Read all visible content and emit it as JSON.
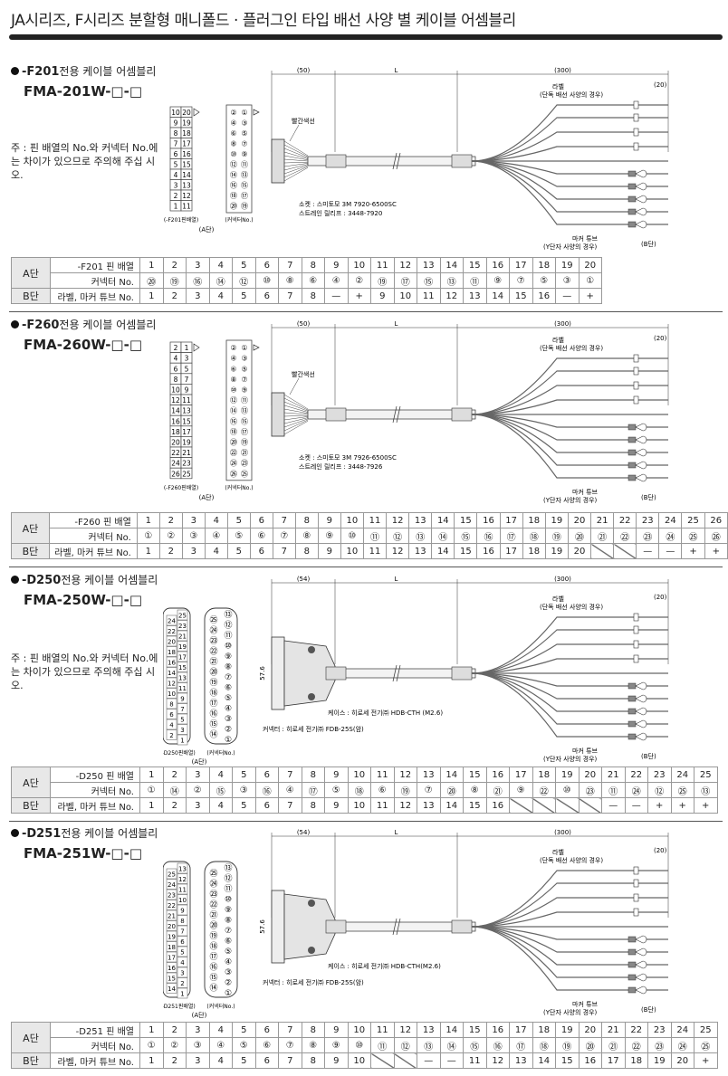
{
  "page": {
    "title": "JA시리즈, F시리즈 분할형 매니폴드 · 플러그인 타입 배선 사양 별 케이블 어셈블리"
  },
  "common": {
    "note": "주 : 핀 배열의 No.와 커넥터 No.에 는 차이가 있으므로 주의해 주십 시오.",
    "dim_label": "(50)",
    "dim_l": "L",
    "dim_300": "(300)",
    "dim_20": "(20)",
    "label_text": "라벨",
    "label_sub": "(단독 배선 사양의 경우)",
    "marker_text": "마커 튜브",
    "marker_sub": "(Y단자 사양의 경우)",
    "b_side": "(B단)",
    "a_side": "(A단)",
    "red_wire": "빨간색선",
    "connector_no": "(커넥터No.)",
    "dim_54": "(54)",
    "dim_576": "57.6",
    "row_b": "라벨, 마커 튜브 No.",
    "row_conn": "커넥터 No.",
    "grp_a": "A단",
    "grp_b": "B단"
  },
  "sections": [
    {
      "head_code": "-F201",
      "head_text": "전용 케이블 어셈블리",
      "model": "FMA-201W-□-□",
      "pin_caption": "(-F201핀배열)",
      "socket_line1": "소켓 : 스미토모 3M 7920-6500SC",
      "socket_line2": "스트레인 릴리프 : 3448-7920",
      "row_pin": "-F201 핀 배열",
      "pins": [
        "1",
        "2",
        "3",
        "4",
        "5",
        "6",
        "7",
        "8",
        "9",
        "10",
        "11",
        "12",
        "13",
        "14",
        "15",
        "16",
        "17",
        "18",
        "19",
        "20"
      ],
      "conn": [
        "⑳",
        "⑲",
        "⑯",
        "⑭",
        "⑫",
        "⑩",
        "⑧",
        "⑥",
        "④",
        "②",
        "⑲",
        "⑰",
        "⑮",
        "⑬",
        "⑪",
        "⑨",
        "⑦",
        "⑤",
        "③",
        "①"
      ],
      "b": [
        "1",
        "2",
        "3",
        "4",
        "5",
        "6",
        "7",
        "8",
        "—",
        "+",
        "9",
        "10",
        "11",
        "12",
        "13",
        "14",
        "15",
        "16",
        "—",
        "+"
      ],
      "grid_left": [
        [
          "10",
          "20"
        ],
        [
          "9",
          "19"
        ],
        [
          "8",
          "18"
        ],
        [
          "7",
          "17"
        ],
        [
          "6",
          "16"
        ],
        [
          "5",
          "15"
        ],
        [
          "4",
          "14"
        ],
        [
          "3",
          "13"
        ],
        [
          "2",
          "12"
        ],
        [
          "1",
          "11"
        ]
      ],
      "grid_right": [
        [
          "②",
          "①"
        ],
        [
          "④",
          "③"
        ],
        [
          "⑥",
          "⑤"
        ],
        [
          "⑧",
          "⑦"
        ],
        [
          "⑩",
          "⑨"
        ],
        [
          "⑫",
          "⑪"
        ],
        [
          "⑭",
          "⑬"
        ],
        [
          "⑯",
          "⑮"
        ],
        [
          "⑱",
          "⑰"
        ],
        [
          "⑳",
          "⑲"
        ]
      ]
    },
    {
      "head_code": "-F260",
      "head_text": "전용 케이블 어셈블리",
      "model": "FMA-260W-□-□",
      "pin_caption": "(-F260핀배열)",
      "socket_line1": "소켓 : 스미토모 3M 7926-6500SC",
      "socket_line2": "스트레인 릴리프 : 3448-7926",
      "row_pin": "-F260 핀 배열",
      "pins": [
        "1",
        "2",
        "3",
        "4",
        "5",
        "6",
        "7",
        "8",
        "9",
        "10",
        "11",
        "12",
        "13",
        "14",
        "15",
        "16",
        "17",
        "18",
        "19",
        "20",
        "21",
        "22",
        "23",
        "24",
        "25",
        "26"
      ],
      "conn": [
        "①",
        "②",
        "③",
        "④",
        "⑤",
        "⑥",
        "⑦",
        "⑧",
        "⑨",
        "⑩",
        "⑪",
        "⑫",
        "⑬",
        "⑭",
        "⑮",
        "⑯",
        "⑰",
        "⑱",
        "⑲",
        "⑳",
        "㉑",
        "㉒",
        "㉓",
        "㉔",
        "㉕",
        "㉖"
      ],
      "b": [
        "1",
        "2",
        "3",
        "4",
        "5",
        "6",
        "7",
        "8",
        "9",
        "10",
        "11",
        "12",
        "13",
        "14",
        "15",
        "16",
        "17",
        "18",
        "19",
        "20",
        "/",
        "/",
        "—",
        "—",
        "+",
        "+"
      ],
      "grid_left": [
        [
          "2",
          "1"
        ],
        [
          "4",
          "3"
        ],
        [
          "6",
          "5"
        ],
        [
          "8",
          "7"
        ],
        [
          "10",
          "9"
        ],
        [
          "12",
          "11"
        ],
        [
          "14",
          "13"
        ],
        [
          "16",
          "15"
        ],
        [
          "18",
          "17"
        ],
        [
          "20",
          "19"
        ],
        [
          "22",
          "21"
        ],
        [
          "24",
          "23"
        ],
        [
          "26",
          "25"
        ]
      ],
      "grid_right": [
        [
          "②",
          "①"
        ],
        [
          "④",
          "③"
        ],
        [
          "⑥",
          "⑤"
        ],
        [
          "⑧",
          "⑦"
        ],
        [
          "⑩",
          "⑨"
        ],
        [
          "⑫",
          "⑪"
        ],
        [
          "⑭",
          "⑬"
        ],
        [
          "⑯",
          "⑮"
        ],
        [
          "⑱",
          "⑰"
        ],
        [
          "⑳",
          "⑲"
        ],
        [
          "㉒",
          "㉑"
        ],
        [
          "㉔",
          "㉓"
        ],
        [
          "㉖",
          "㉕"
        ]
      ]
    },
    {
      "head_code": "-D250",
      "head_text": "전용 케이블 어셈블리",
      "model": "FMA-250W-□-□",
      "pin_caption": "(-D250핀배열)",
      "case_line": "케이스 : 히로세 전기㈜ HDB-CTH (M2.6)",
      "conn_line": "커넥터 : 히로세 전기㈜ FDB-25S(암)",
      "row_pin": "-D250 핀 배열",
      "pins": [
        "1",
        "2",
        "3",
        "4",
        "5",
        "6",
        "7",
        "8",
        "9",
        "10",
        "11",
        "12",
        "13",
        "14",
        "15",
        "16",
        "17",
        "18",
        "19",
        "20",
        "21",
        "22",
        "23",
        "24",
        "25"
      ],
      "conn": [
        "①",
        "⑭",
        "②",
        "⑮",
        "③",
        "⑯",
        "④",
        "⑰",
        "⑤",
        "⑱",
        "⑥",
        "⑲",
        "⑦",
        "⑳",
        "⑧",
        "㉑",
        "⑨",
        "㉒",
        "⑩",
        "㉓",
        "⑪",
        "㉔",
        "⑫",
        "㉕",
        "⑬"
      ],
      "b": [
        "1",
        "2",
        "3",
        "4",
        "5",
        "6",
        "7",
        "8",
        "9",
        "10",
        "11",
        "12",
        "13",
        "14",
        "15",
        "16",
        "/",
        "/",
        "/",
        "/",
        "—",
        "—",
        "+",
        "+",
        "+"
      ],
      "d_left": [
        "24",
        "22",
        "20",
        "18",
        "16",
        "14",
        "12",
        "10",
        "8",
        "6",
        "4",
        "2"
      ],
      "d_right": [
        "25",
        "23",
        "21",
        "19",
        "17",
        "15",
        "13",
        "11",
        "9",
        "7",
        "5",
        "3",
        "1"
      ],
      "d_c_left": [
        "㉕",
        "㉔",
        "㉓",
        "㉒",
        "㉑",
        "⑳",
        "⑲",
        "⑱",
        "⑰",
        "⑯",
        "⑮",
        "⑭"
      ],
      "d_c_right": [
        "⑬",
        "⑫",
        "⑪",
        "⑩",
        "⑨",
        "⑧",
        "⑦",
        "⑥",
        "⑤",
        "④",
        "③",
        "②",
        "①"
      ]
    },
    {
      "head_code": "-D251",
      "head_text": "전용 케이블 어셈블리",
      "model": "FMA-251W-□-□",
      "pin_caption": "(-D251핀배열)",
      "case_line": "케이스 : 히로세 전기㈜ HDB-CTH(M2.6)",
      "conn_line": "커넥터 : 히로세 전기㈜ FDB-25S(암)",
      "row_pin": "-D251 핀 배열",
      "pins": [
        "1",
        "2",
        "3",
        "4",
        "5",
        "6",
        "7",
        "8",
        "9",
        "10",
        "11",
        "12",
        "13",
        "14",
        "15",
        "16",
        "17",
        "18",
        "19",
        "20",
        "21",
        "22",
        "23",
        "24",
        "25"
      ],
      "conn": [
        "①",
        "②",
        "③",
        "④",
        "⑤",
        "⑥",
        "⑦",
        "⑧",
        "⑨",
        "⑩",
        "⑪",
        "⑫",
        "⑬",
        "⑭",
        "⑮",
        "⑯",
        "⑰",
        "⑱",
        "⑲",
        "⑳",
        "㉑",
        "㉒",
        "㉓",
        "㉔",
        "㉕"
      ],
      "b": [
        "1",
        "2",
        "3",
        "4",
        "5",
        "6",
        "7",
        "8",
        "9",
        "10",
        "/",
        "/",
        "—",
        "—",
        "11",
        "12",
        "13",
        "14",
        "15",
        "16",
        "17",
        "18",
        "19",
        "20",
        "+",
        "+"
      ],
      "d_left": [
        "25",
        "24",
        "23",
        "22",
        "21",
        "20",
        "19",
        "18",
        "17",
        "16",
        "15",
        "14"
      ],
      "d_right": [
        "13",
        "12",
        "11",
        "10",
        "9",
        "8",
        "7",
        "6",
        "5",
        "4",
        "3",
        "2",
        "1"
      ],
      "d_c_left": [
        "㉕",
        "㉔",
        "㉓",
        "㉒",
        "㉑",
        "⑳",
        "⑲",
        "⑱",
        "⑰",
        "⑯",
        "⑮",
        "⑭"
      ],
      "d_c_right": [
        "⑬",
        "⑫",
        "⑪",
        "⑩",
        "⑨",
        "⑧",
        "⑦",
        "⑥",
        "⑤",
        "④",
        "③",
        "②",
        "①"
      ]
    }
  ]
}
